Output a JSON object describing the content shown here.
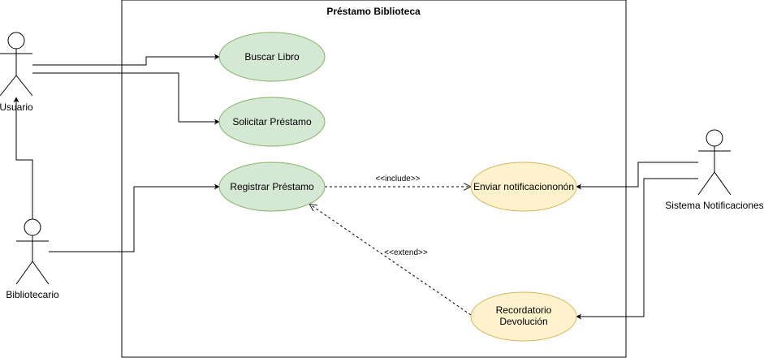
{
  "system": {
    "title": "Préstamo Biblioteca"
  },
  "actors": {
    "usuario": "Usuario",
    "bibliotecario": "Bibliotecario",
    "sistema_notificaciones": "Sistema Notificaciones"
  },
  "use_cases": {
    "buscar_libro": "Buscar Libro",
    "solicitar_prestamo": "Solicitar Préstamo",
    "registrar_prestamo": "Registrar Préstamo",
    "enviar_notificacion": "Enviar notificaciononón",
    "recordatorio_line1": "Recordatorio",
    "recordatorio_line2": "Devolución"
  },
  "relations": {
    "include": "<<include>>",
    "extend": "<<extend>>"
  },
  "colors": {
    "green_fill": "#d5e8d4",
    "green_stroke": "#82b366",
    "yellow_fill": "#fff2cc",
    "yellow_stroke": "#d6b656"
  }
}
